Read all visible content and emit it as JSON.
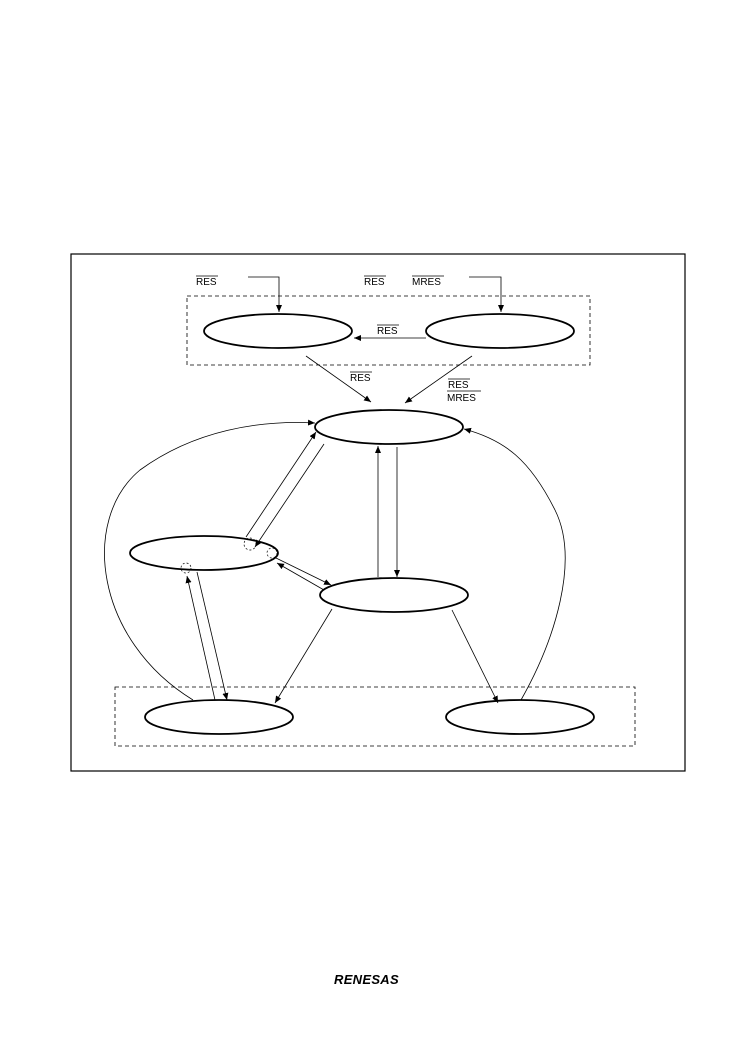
{
  "diagram": {
    "signals": {
      "res_power_on": "RES",
      "res_manual": "RES",
      "mres_manual": "MRES",
      "res_between_resets": "RES",
      "res_to_program": "RES",
      "res_from_manual": "RES",
      "mres_from_manual": "MRES"
    }
  },
  "footer": {
    "logo_text": "RENESAS"
  }
}
